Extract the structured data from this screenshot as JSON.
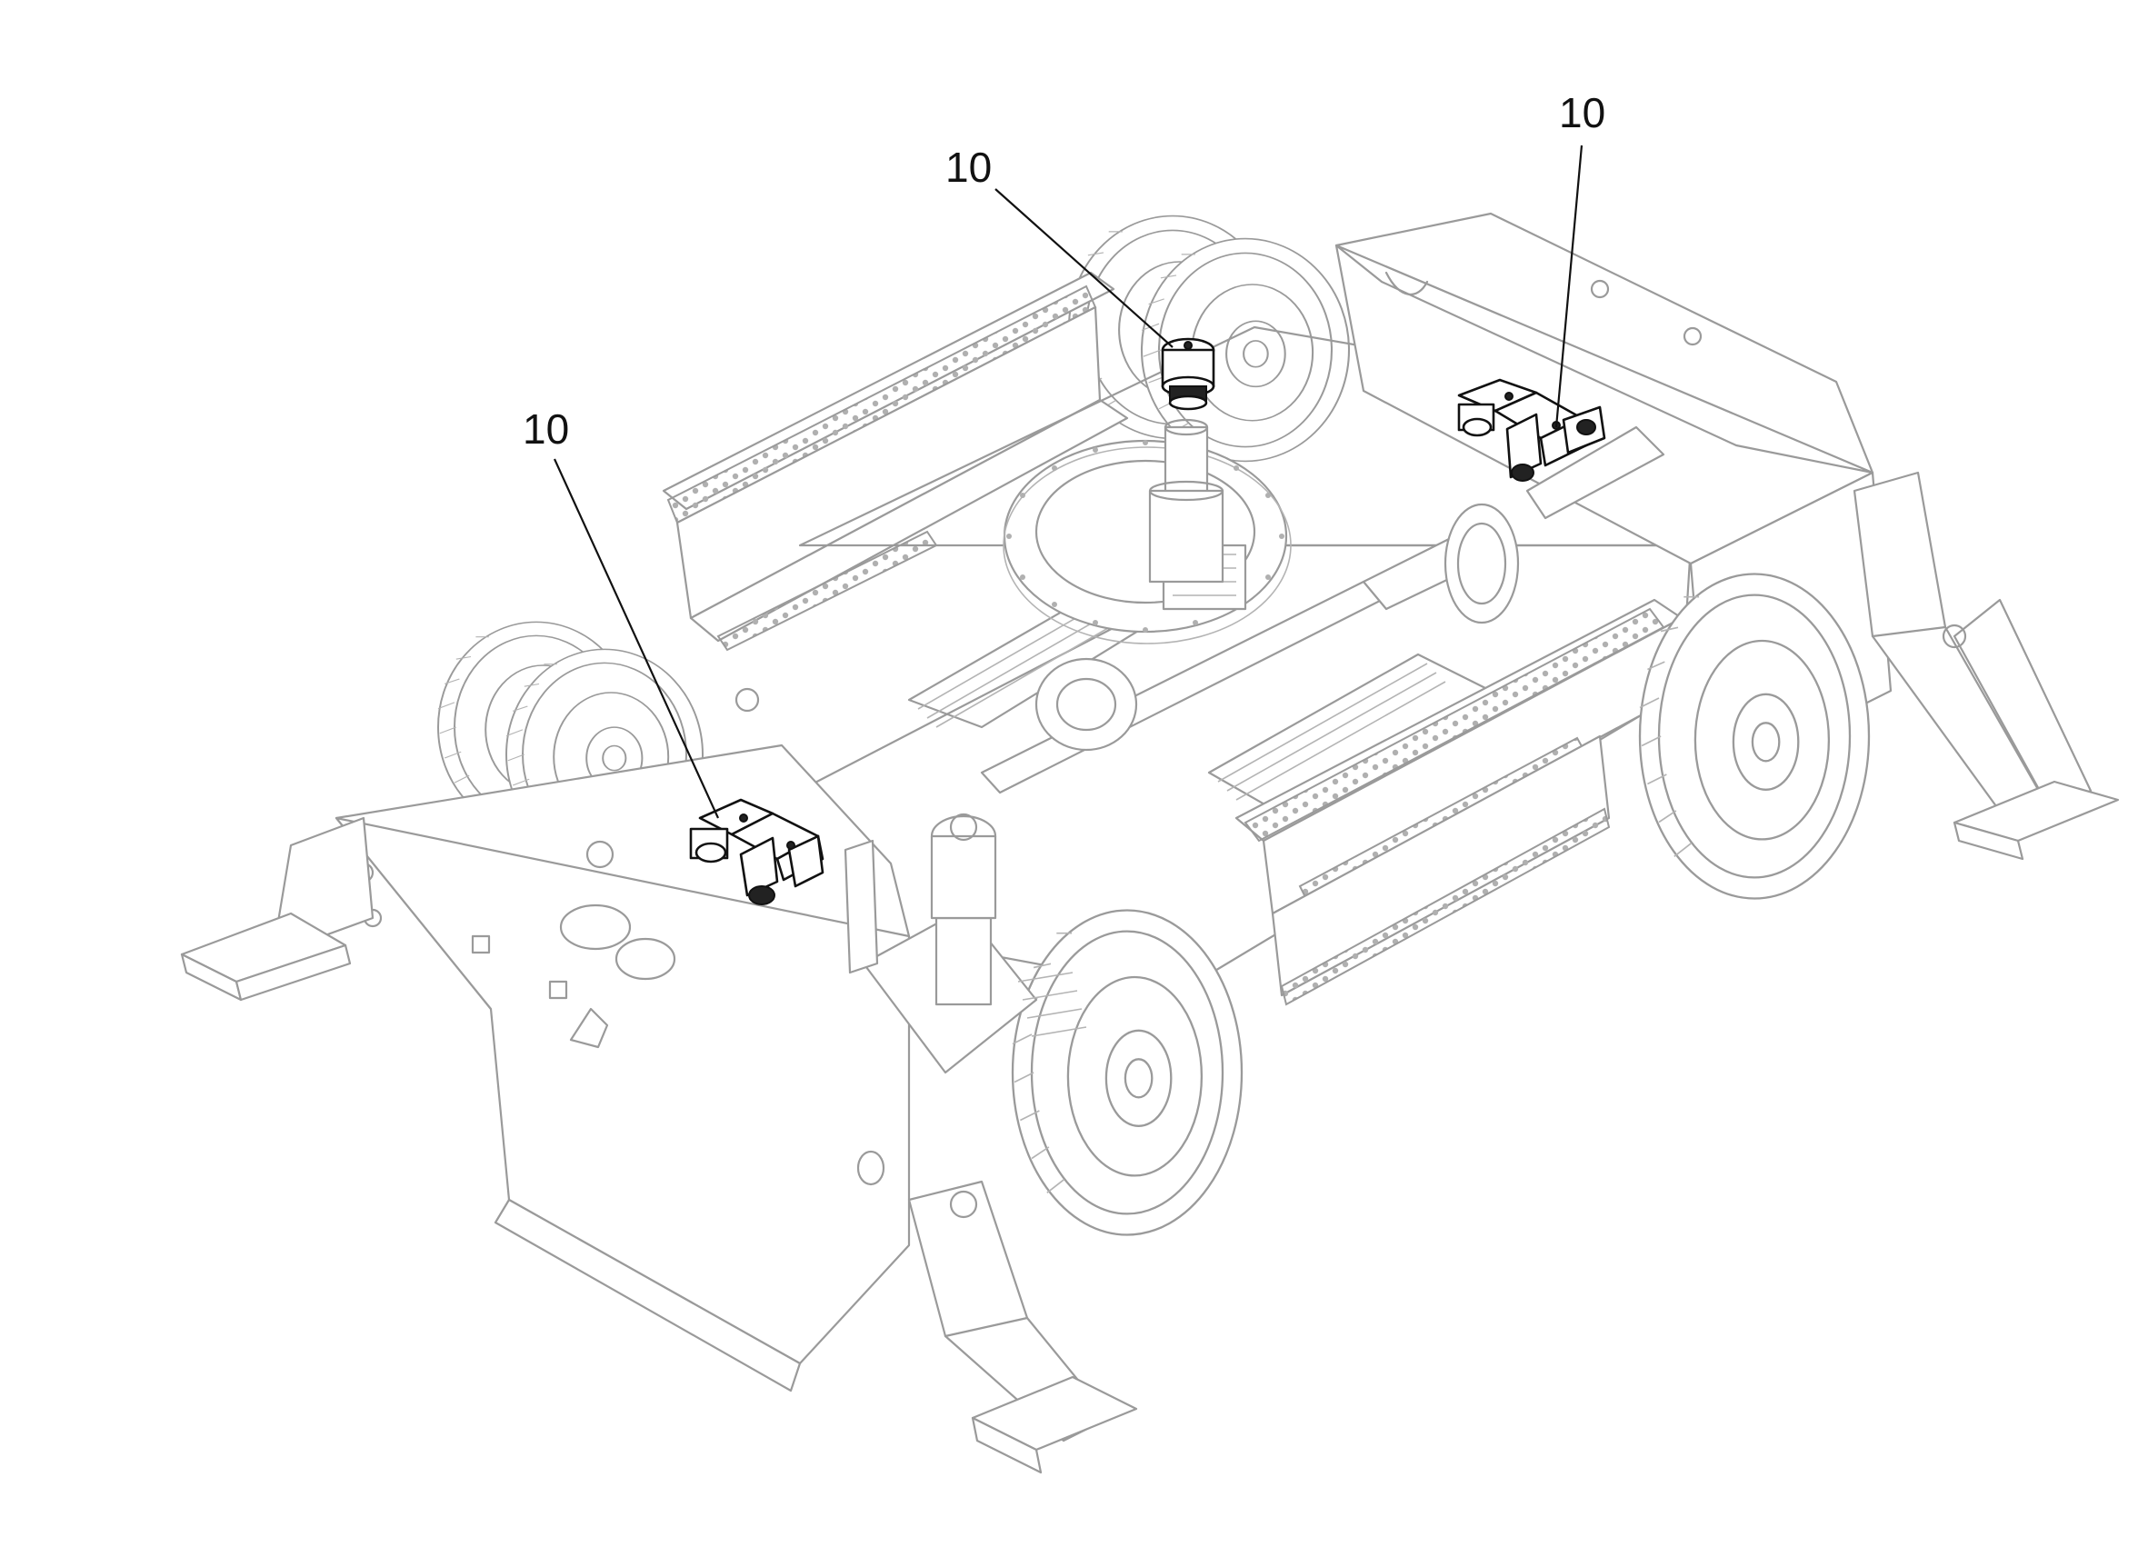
{
  "callouts": [
    {
      "id": "left-valve",
      "label": "10"
    },
    {
      "id": "center-swivel",
      "label": "10"
    },
    {
      "id": "right-valve",
      "label": "10"
    }
  ],
  "colors": {
    "background": "#ffffff",
    "ghost_line": "#9a9a9a",
    "highlight_line": "#111111"
  }
}
